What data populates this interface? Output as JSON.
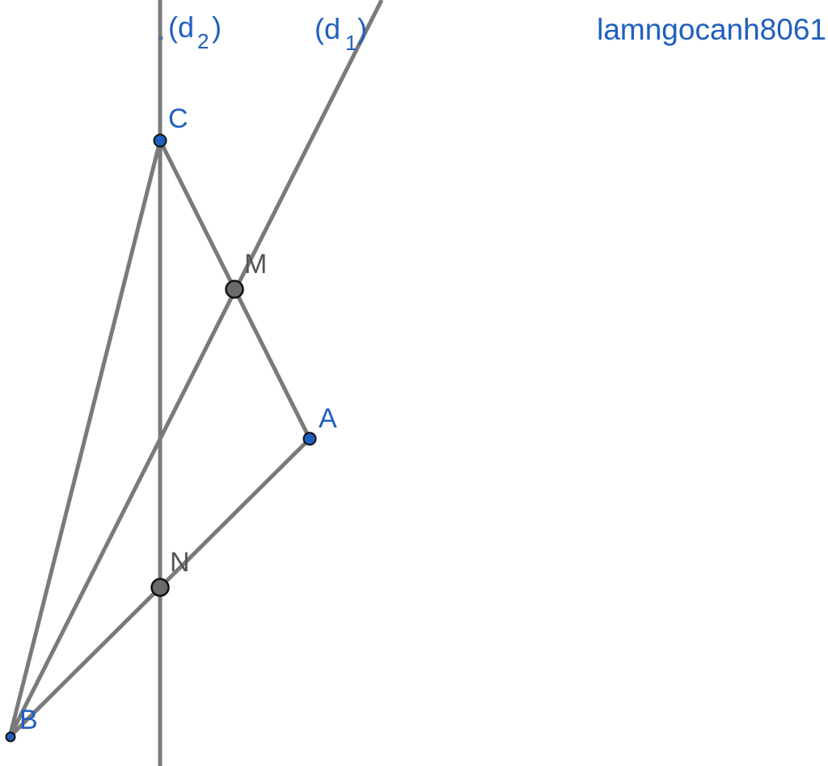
{
  "diagram": {
    "lines": {
      "d1": {
        "open": "(d",
        "sub": "1",
        "close": ")"
      },
      "d2": {
        "open": "(d",
        "sub": "2",
        "close": ")"
      }
    },
    "points": {
      "A": "A",
      "B": "B",
      "C": "C",
      "M": "M",
      "N": "N"
    },
    "credit": "lamngocanh8061",
    "colors": {
      "line": "#7a7a7a",
      "free_point": "#1f5fbf",
      "dependent_point": "#6b6b6b",
      "label_blue": "#1f5fbf",
      "label_gray": "#555555"
    }
  }
}
